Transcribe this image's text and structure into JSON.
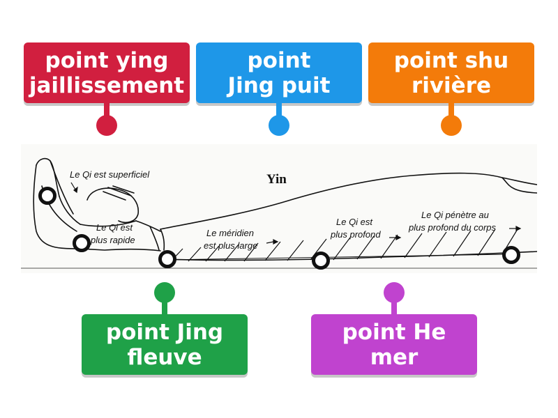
{
  "labels": [
    {
      "id": "ying",
      "text": "point ying\njaillissement",
      "color": "#d11f3f",
      "dot_color": "#d11f3f"
    },
    {
      "id": "jing-puit",
      "text": "point\nJing puit",
      "color": "#1e97e8",
      "dot_color": "#1e97e8"
    },
    {
      "id": "shu",
      "text": "point shu\nrivière",
      "color": "#f37b0a",
      "dot_color": "#f37b0a"
    },
    {
      "id": "jing-fleuve",
      "text": "point Jing\nfleuve",
      "color": "#1fa148",
      "dot_color": "#1fa148"
    },
    {
      "id": "he",
      "text": "point He mer",
      "color": "#c043cf",
      "dot_color": "#c043cf"
    }
  ],
  "figure": {
    "yin": "Yin",
    "annotations": [
      "Le Qi est superficiel",
      "Le Qi est",
      "plus rapide",
      "Le méridien",
      "est plus large",
      "Le Qi est",
      "plus profond",
      "Le Qi pénètre au",
      "plus profond du corps"
    ]
  }
}
